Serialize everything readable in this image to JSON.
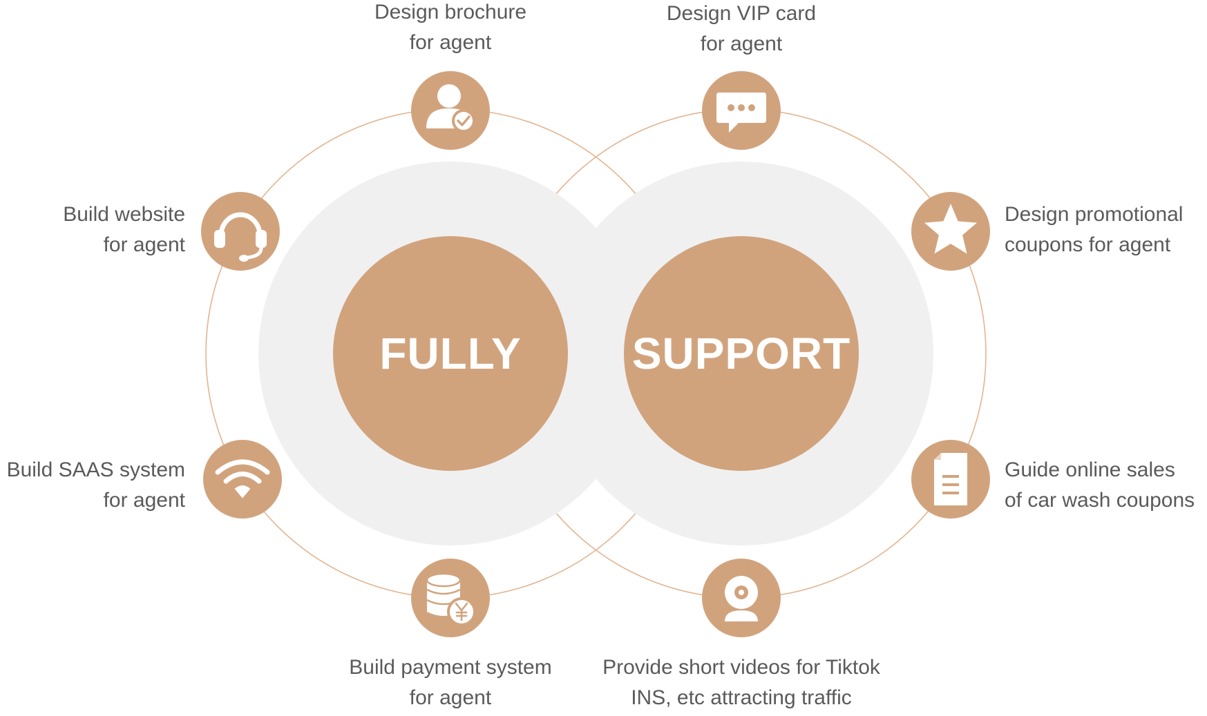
{
  "colors": {
    "accent": "#D1A37D",
    "ring": "#E3B48F",
    "halo": "#F0F0F0",
    "text": "#5A5A5A",
    "white": "#FFFFFF"
  },
  "center": {
    "left_word": "FULLY",
    "right_word": "SUPPORT"
  },
  "nodes": [
    {
      "icon": "user-check-icon",
      "line1": "Design brochure",
      "line2": "for agent"
    },
    {
      "icon": "chat-bubble-icon",
      "line1": "Design VIP card",
      "line2": "for agent"
    },
    {
      "icon": "headset-icon",
      "line1": "Build website",
      "line2": "for agent"
    },
    {
      "icon": "star-icon",
      "line1": "Design promotional",
      "line2": "coupons for agent"
    },
    {
      "icon": "wifi-icon",
      "line1": "Build SAAS system",
      "line2": "for agent"
    },
    {
      "icon": "document-icon",
      "line1": "Guide online sales",
      "line2": "of car wash coupons"
    },
    {
      "icon": "coins-yen-icon",
      "line1": "Build payment system",
      "line2": "for agent"
    },
    {
      "icon": "webcam-icon",
      "line1": "Provide short videos for Tiktok",
      "line2": "INS, etc attracting traffic"
    }
  ]
}
